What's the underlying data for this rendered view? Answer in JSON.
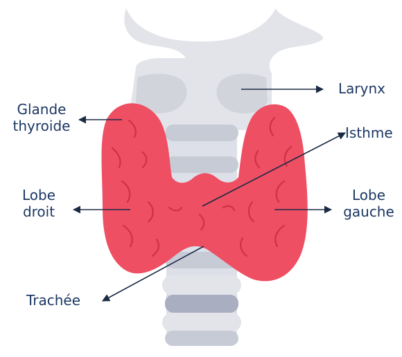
{
  "diagram": {
    "colors": {
      "cartilage": "#e3e4ea",
      "cartilage_shadow": "#d2d4dc",
      "trachea_ring": "#ccd0da",
      "trachea_dark": "#a9aec0",
      "gland": "#ee4f63",
      "gland_shadow": "#cf3146",
      "label_text": "#1b3763",
      "arrow": "#1b2a44"
    },
    "labels": {
      "larynx": "Larynx",
      "glande_line1": "Glande",
      "glande_line2": "thyroide",
      "isthme": "Isthme",
      "lobe_droit_line1": "Lobe",
      "lobe_droit_line2": "droit",
      "lobe_gauche_line1": "Lobe",
      "lobe_gauche_line2": "gauche",
      "trachee": "Trachée"
    }
  }
}
